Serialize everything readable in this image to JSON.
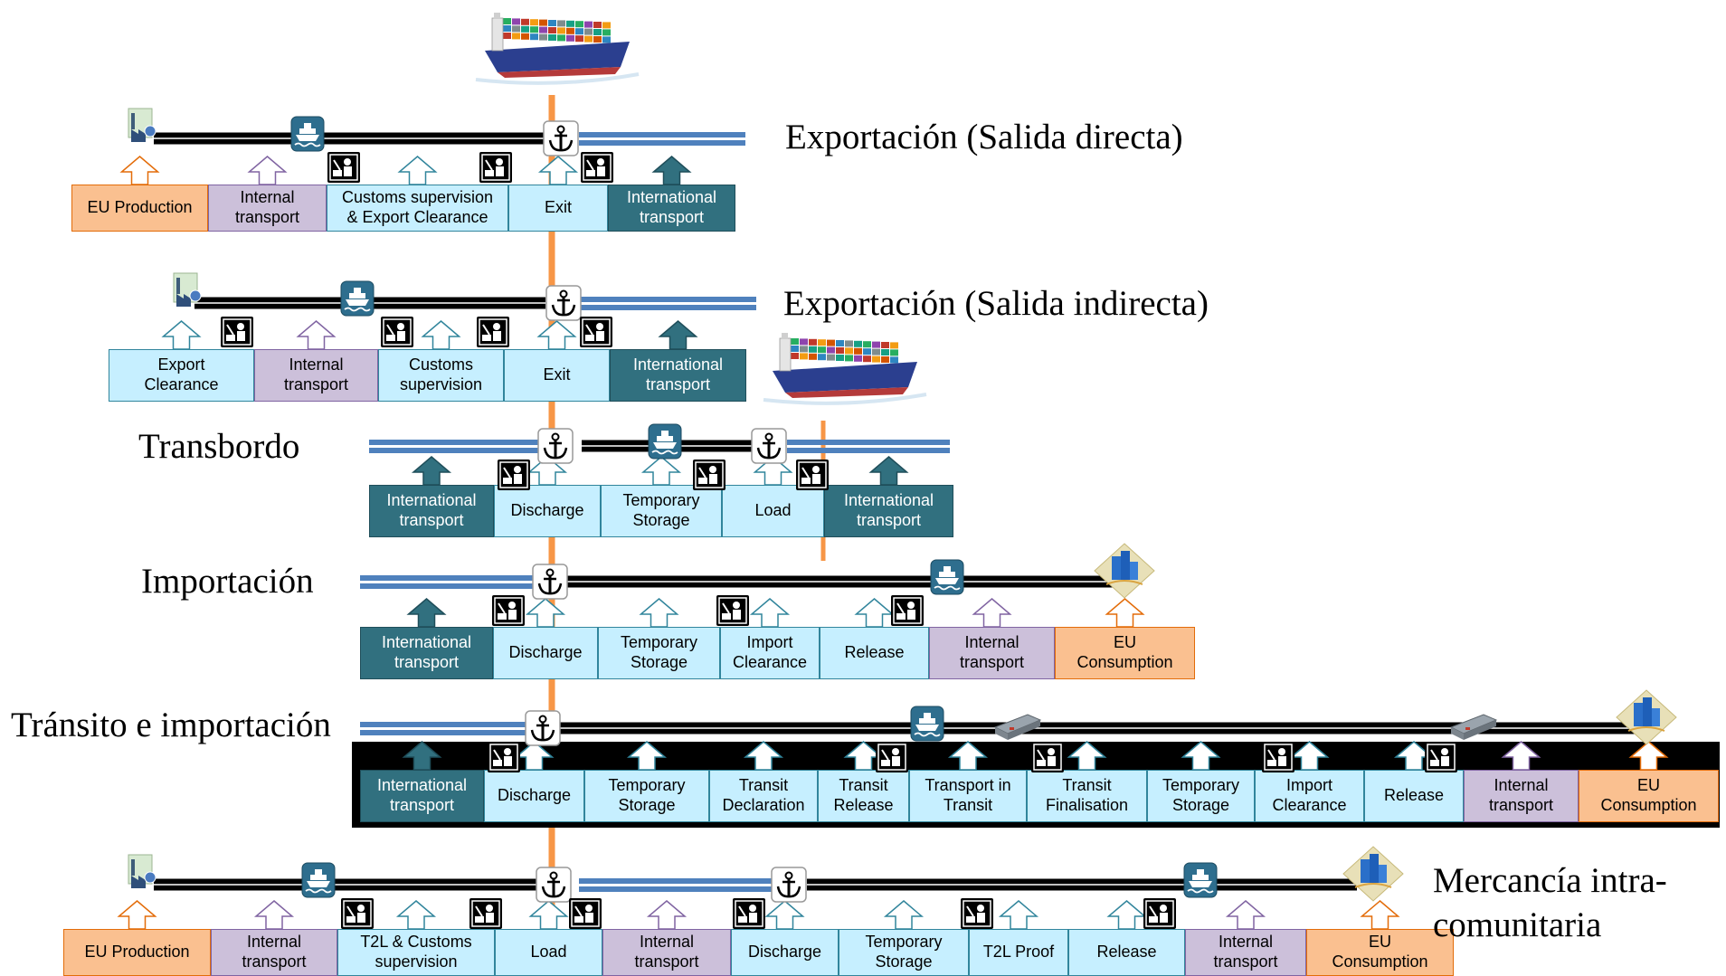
{
  "colors": {
    "production": "#fac090",
    "internal_transport": "#ccc0da",
    "customs": "#c6efff",
    "international_transport": "#31707f",
    "sea_route": "#4f81bd",
    "land_route": "#000000",
    "vertical_line": "#f79646"
  },
  "icons": [
    "ship-icon",
    "factory-icon",
    "city-icon",
    "anchor-icon",
    "customs-officer-icon",
    "port-ship-icon",
    "truck-icon"
  ],
  "scenarios": [
    {
      "id": "export-direct",
      "title": "Exportación (Salida directa)",
      "steps": [
        {
          "label": "EU Production",
          "kind": "prod"
        },
        {
          "label": "Internal\ntransport",
          "kind": "int"
        },
        {
          "label": "Customs supervision\n& Export Clearance",
          "kind": "cust"
        },
        {
          "label": "Exit",
          "kind": "cust"
        },
        {
          "label": "International\ntransport",
          "kind": "intl"
        }
      ]
    },
    {
      "id": "export-indirect",
      "title": "Exportación (Salida indirecta)",
      "steps": [
        {
          "label": "Export\nClearance",
          "kind": "cust"
        },
        {
          "label": "Internal\ntransport",
          "kind": "int"
        },
        {
          "label": "Customs\nsupervision",
          "kind": "cust"
        },
        {
          "label": "Exit",
          "kind": "cust"
        },
        {
          "label": "International\ntransport",
          "kind": "intl"
        }
      ]
    },
    {
      "id": "transshipment",
      "title": "Transbordo",
      "steps": [
        {
          "label": "International\ntransport",
          "kind": "intl"
        },
        {
          "label": "Discharge",
          "kind": "cust"
        },
        {
          "label": "Temporary\nStorage",
          "kind": "cust"
        },
        {
          "label": "Load",
          "kind": "cust"
        },
        {
          "label": "International\ntransport",
          "kind": "intl"
        }
      ]
    },
    {
      "id": "import",
      "title": "Importación",
      "steps": [
        {
          "label": "International\ntransport",
          "kind": "intl"
        },
        {
          "label": "Discharge",
          "kind": "cust"
        },
        {
          "label": "Temporary\nStorage",
          "kind": "cust"
        },
        {
          "label": "Import\nClearance",
          "kind": "cust"
        },
        {
          "label": "Release",
          "kind": "cust"
        },
        {
          "label": "Internal\ntransport",
          "kind": "int"
        },
        {
          "label": "EU\nConsumption",
          "kind": "prod"
        }
      ]
    },
    {
      "id": "transit-import",
      "title": "Tránsito e importación",
      "steps": [
        {
          "label": "International\ntransport",
          "kind": "intl"
        },
        {
          "label": "Discharge",
          "kind": "cust"
        },
        {
          "label": "Temporary\nStorage",
          "kind": "cust"
        },
        {
          "label": "Transit\nDeclaration",
          "kind": "cust"
        },
        {
          "label": "Transit\nRelease",
          "kind": "cust"
        },
        {
          "label": "Transport in\nTransit",
          "kind": "cust"
        },
        {
          "label": "Transit\nFinalisation",
          "kind": "cust"
        },
        {
          "label": "Temporary\nStorage",
          "kind": "cust"
        },
        {
          "label": "Import\nClearance",
          "kind": "cust"
        },
        {
          "label": "Release",
          "kind": "cust"
        },
        {
          "label": "Internal\ntransport",
          "kind": "int"
        },
        {
          "label": "EU\nConsumption",
          "kind": "prod"
        }
      ]
    },
    {
      "id": "intra-community",
      "title": "Mercancía intra-\ncomunitaria",
      "steps": [
        {
          "label": "EU Production",
          "kind": "prod"
        },
        {
          "label": "Internal\ntransport",
          "kind": "int"
        },
        {
          "label": "T2L & Customs\nsupervision",
          "kind": "cust"
        },
        {
          "label": "Load",
          "kind": "cust"
        },
        {
          "label": "Internal\ntransport",
          "kind": "int"
        },
        {
          "label": "Discharge",
          "kind": "cust"
        },
        {
          "label": "Temporary\nStorage",
          "kind": "cust"
        },
        {
          "label": "T2L Proof",
          "kind": "cust"
        },
        {
          "label": "Release",
          "kind": "cust"
        },
        {
          "label": "Internal\ntransport",
          "kind": "int"
        },
        {
          "label": "EU\nConsumption",
          "kind": "prod"
        }
      ]
    }
  ]
}
